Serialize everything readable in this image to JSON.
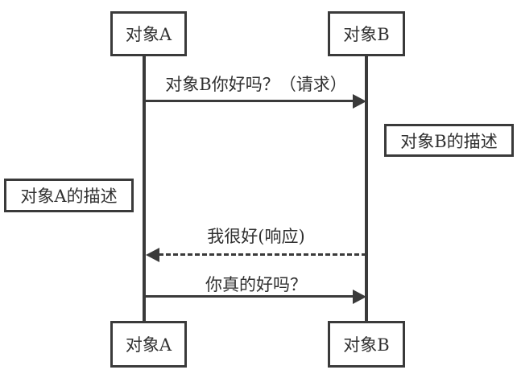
{
  "diagram": {
    "type": "sequence-diagram",
    "colors": {
      "line": "#3a3a3a",
      "text": "#303030",
      "background": "#ffffff"
    },
    "nodes": {
      "top_a": "对象A",
      "top_b": "对象B",
      "bottom_a": "对象A",
      "bottom_b": "对象B"
    },
    "annotations": {
      "left": "对象A的描述",
      "right": "对象B的描述"
    },
    "messages": [
      {
        "label": "对象B你好吗？（请求）",
        "from": "对象A",
        "to": "对象B",
        "line_style": "solid",
        "direction": "right"
      },
      {
        "label": "我很好(响应)",
        "from": "对象B",
        "to": "对象A",
        "line_style": "dashed",
        "direction": "left"
      },
      {
        "label": "你真的好吗？",
        "from": "对象A",
        "to": "对象B",
        "line_style": "solid",
        "direction": "right"
      }
    ]
  }
}
